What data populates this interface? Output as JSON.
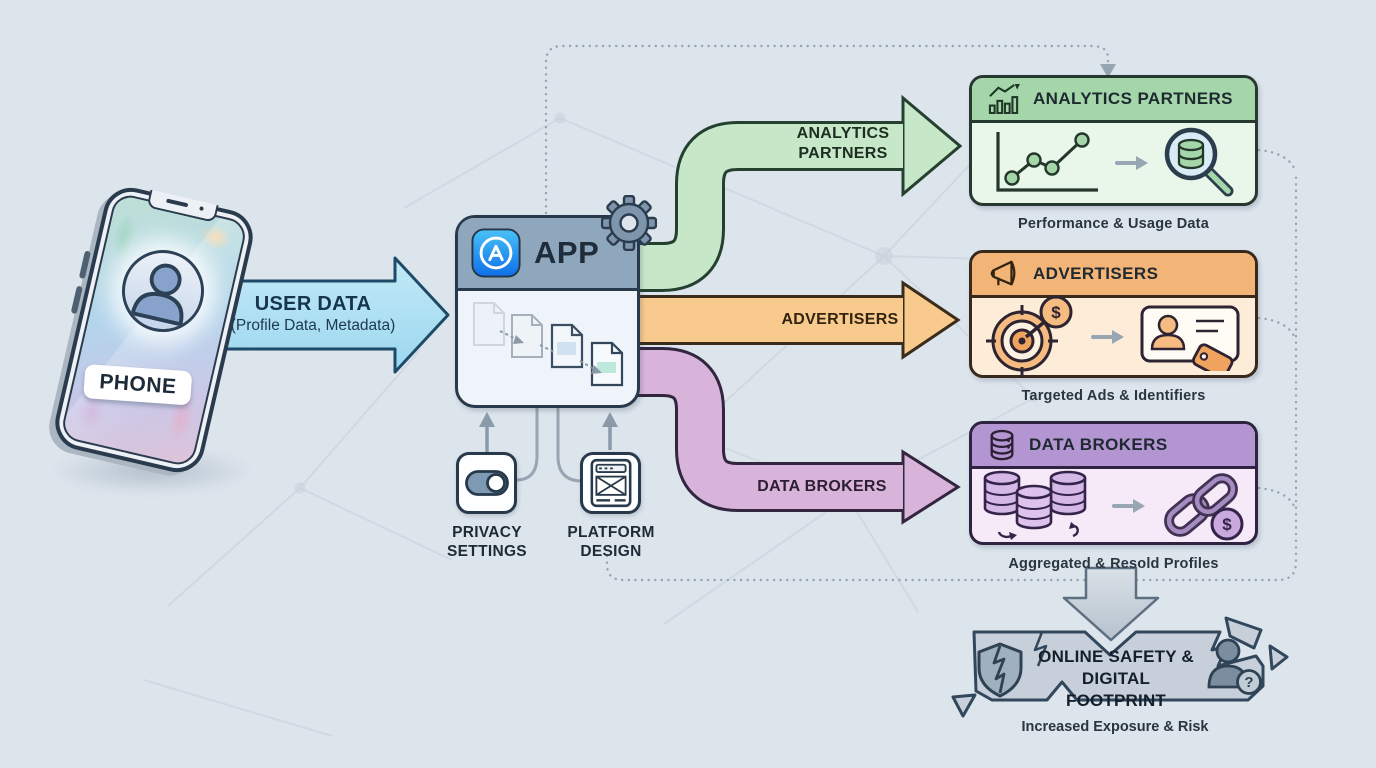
{
  "phone": {
    "label": "PHONE",
    "avatar_icon": "user-avatar-icon"
  },
  "user_data_flow": {
    "title": "USER DATA",
    "subtitle": "(Profile Data, Metadata)"
  },
  "app": {
    "title": "APP",
    "icon": "app-store-icon",
    "corner_icon": "gear-icon"
  },
  "flow_arrows": {
    "analytics": {
      "line1": "ANALYTICS",
      "line2": "PARTNERS",
      "color": "#c7e7c9"
    },
    "advertisers": {
      "label": "ADVERTISERS",
      "color": "#f8ca8e"
    },
    "data_brokers": {
      "label": "DATA BROKERS",
      "color": "#d9b4da"
    }
  },
  "destinations": [
    {
      "title": "ANALYTICS PARTNERS",
      "caption": "Performance & Usage Data",
      "header_color": "#a4d6aa",
      "body_color": "#e9f6ea",
      "border_color": "#273830",
      "icon": "bar-chart-icon",
      "body_icons": [
        "line-chart-icon",
        "arrow-right-icon",
        "magnifier-database-icon"
      ]
    },
    {
      "title": "ADVERTISERS",
      "caption": "Targeted Ads & Identifiers",
      "header_color": "#f3b577",
      "body_color": "#fdecd8",
      "border_color": "#372a1c",
      "icon": "megaphone-icon",
      "body_icons": [
        "target-dollar-icon",
        "arrow-right-icon",
        "id-card-tag-icon"
      ]
    },
    {
      "title": "DATA BROKERS",
      "caption": "Aggregated & Resold Profiles",
      "header_color": "#b295d1",
      "body_color": "#f6e9f8",
      "border_color": "#2e2340",
      "icon": "database-icon",
      "body_icons": [
        "database-cluster-icon",
        "arrow-right-icon",
        "chain-dollar-icon"
      ]
    }
  ],
  "controls": [
    {
      "line1": "PRIVACY",
      "line2": "SETTINGS",
      "icon": "toggle-icon"
    },
    {
      "line1": "PLATFORM",
      "line2": "DESIGN",
      "icon": "wireframe-icon"
    }
  ],
  "outcome": {
    "line1": "ONLINE SAFETY &",
    "line2": "DIGITAL FOOTPRINT",
    "caption": "Increased Exposure & Risk",
    "icons": [
      "broken-shield-icon",
      "user-question-icon"
    ]
  },
  "glyphs": {
    "dollar": "$",
    "question": "?"
  },
  "colors": {
    "background": "#dce4ec",
    "outline": "#2b3b4e",
    "user_data_arrow": "#aadef2",
    "app_header": "#8fa7bd",
    "dotted_line": "#97a4b2",
    "outcome_fill": "#c7d0da",
    "network_lines": "#c5cfd9",
    "gray_arrow": "#98a5b2"
  }
}
